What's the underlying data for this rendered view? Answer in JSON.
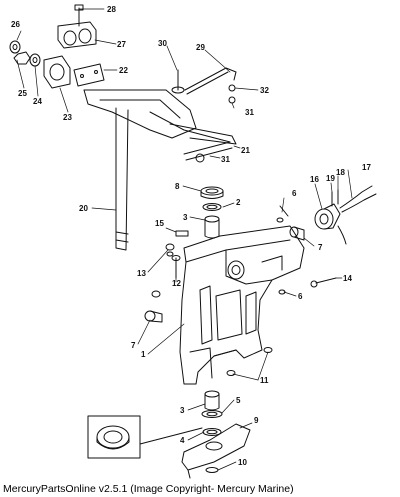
{
  "diagram": {
    "part_numbers": [
      "1",
      "2",
      "3",
      "4",
      "5",
      "6",
      "7",
      "8",
      "9",
      "10",
      "11",
      "12",
      "13",
      "14",
      "15",
      "16",
      "17",
      "18",
      "19",
      "20",
      "21",
      "22",
      "23",
      "24",
      "25",
      "26",
      "27",
      "28",
      "29",
      "30",
      "31",
      "32"
    ],
    "callouts": {
      "c28": "28",
      "c26": "26",
      "c27": "27",
      "c25": "25",
      "c24": "24",
      "c23": "23",
      "c22": "22",
      "c30": "30",
      "c29": "29",
      "c32": "32",
      "c31a": "31",
      "c31b": "31",
      "c21": "21",
      "c8": "8",
      "c2": "2",
      "c3a": "3",
      "c20": "20",
      "c15": "15",
      "c13": "13",
      "c12": "12",
      "c6a": "6",
      "c16": "16",
      "c19": "19",
      "c18": "18",
      "c17": "17",
      "c7a": "7",
      "c14": "14",
      "c6b": "6",
      "c7b": "7",
      "c1": "1",
      "c11": "11",
      "c3b": "3",
      "c5": "5",
      "c4": "4",
      "c9": "9",
      "c10": "10"
    }
  },
  "footer": {
    "caption": "MercuryPartsOnline v2.5.1 (Image Copyright- Mercury Marine)"
  }
}
